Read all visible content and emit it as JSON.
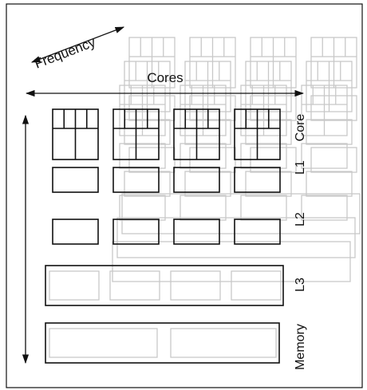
{
  "labels": {
    "frequency": "Frequency",
    "cores": "Cores",
    "core": "Core",
    "l1": "L1",
    "l2": "L2",
    "l3": "L3",
    "memory": "Memory"
  },
  "structure": {
    "core_count": 4,
    "back_layer_count": 3
  },
  "colors": {
    "stroke": "#111111",
    "faint": "#c8c8c8"
  }
}
